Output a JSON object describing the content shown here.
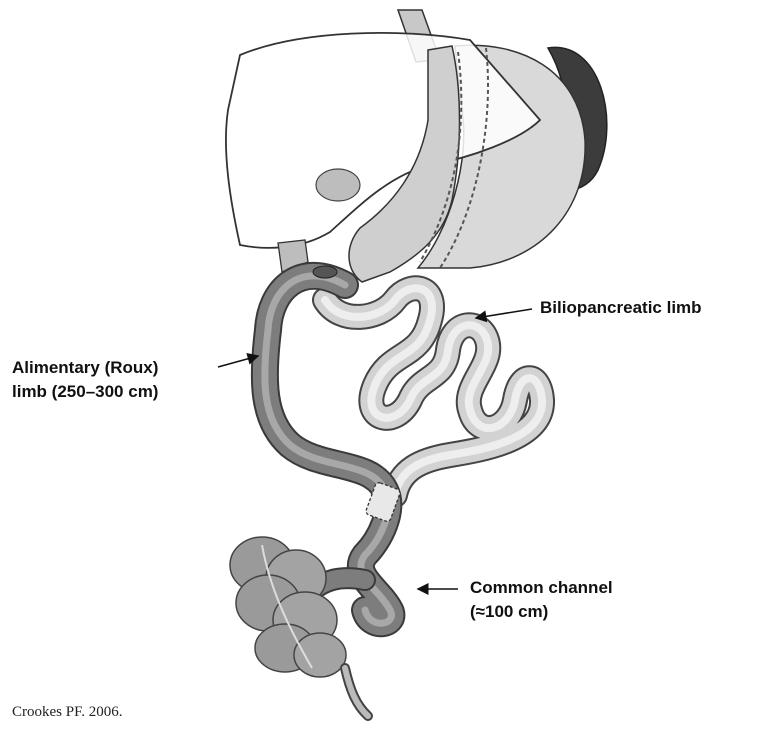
{
  "labels": {
    "biliopancreatic": "Biliopancreatic limb",
    "alimentary_line1": "Alimentary (Roux)",
    "alimentary_line2": "limb (250–300 cm)",
    "common_line1": "Common channel",
    "common_line2": "(≈100 cm)"
  },
  "credit": "Crookes PF. 2006.",
  "colors": {
    "ink": "#111111",
    "organ_fill": "#ffffff",
    "stomach_fill": "#d9d9d9",
    "roux_limb": "#7d7d7d",
    "bp_limb": "#cfcfcf",
    "spleen": "#3c3c3c",
    "colon": "#9a9a9a"
  }
}
